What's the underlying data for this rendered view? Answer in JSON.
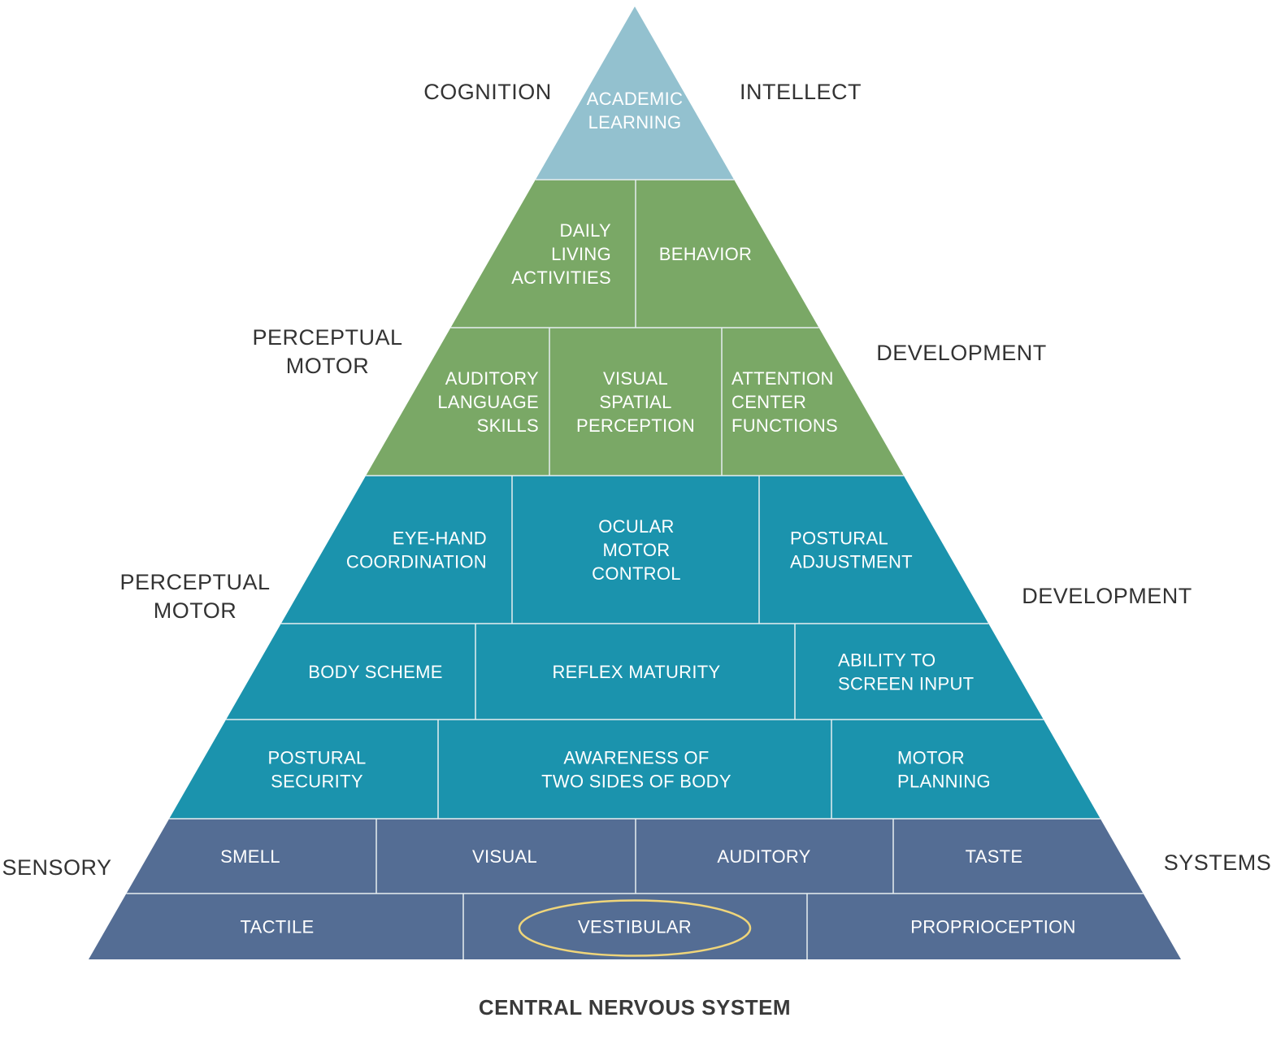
{
  "colors": {
    "top": "#93c1cf",
    "green": "#7aa866",
    "teal": "#1b93ad",
    "slate": "#546d94",
    "divider": "#e6eef0",
    "highlight": "#efd57a",
    "side_label": "#333333",
    "footer": "#3a3a3a"
  },
  "tiers": [
    {
      "color": "top",
      "cells": [
        {
          "lines": [
            "ACADEMIC",
            "LEARNING"
          ]
        }
      ]
    },
    {
      "color": "green",
      "cells": [
        {
          "lines": [
            "DAILY",
            "LIVING",
            "ACTIVITIES"
          ],
          "align": "end"
        },
        {
          "lines": [
            "BEHAVIOR"
          ]
        }
      ]
    },
    {
      "color": "green",
      "cells": [
        {
          "lines": [
            "AUDITORY",
            "LANGUAGE",
            "SKILLS"
          ],
          "align": "end"
        },
        {
          "lines": [
            "VISUAL",
            "SPATIAL",
            "PERCEPTION"
          ]
        },
        {
          "lines": [
            "ATTENTION",
            "CENTER",
            "FUNCTIONS"
          ],
          "align": "start"
        }
      ]
    },
    {
      "color": "teal",
      "cells": [
        {
          "lines": [
            "EYE-HAND",
            "COORDINATION"
          ],
          "align": "end"
        },
        {
          "lines": [
            "OCULAR",
            "MOTOR",
            "CONTROL"
          ]
        },
        {
          "lines": [
            "POSTURAL",
            "ADJUSTMENT"
          ],
          "align": "start"
        }
      ]
    },
    {
      "color": "teal",
      "cells": [
        {
          "lines": [
            "BODY SCHEME"
          ]
        },
        {
          "lines": [
            "REFLEX MATURITY"
          ]
        },
        {
          "lines": [
            "ABILITY TO",
            "SCREEN INPUT"
          ],
          "align": "start"
        }
      ]
    },
    {
      "color": "teal",
      "cells": [
        {
          "lines": [
            "POSTURAL",
            "SECURITY"
          ]
        },
        {
          "lines": [
            "AWARENESS OF",
            "TWO SIDES OF BODY"
          ]
        },
        {
          "lines": [
            "MOTOR",
            "PLANNING"
          ],
          "align": "start"
        }
      ]
    },
    {
      "color": "slate",
      "cells": [
        {
          "lines": [
            "SMELL"
          ]
        },
        {
          "lines": [
            "VISUAL"
          ]
        },
        {
          "lines": [
            "AUDITORY"
          ]
        },
        {
          "lines": [
            "TASTE"
          ]
        }
      ]
    },
    {
      "color": "slate",
      "cells": [
        {
          "lines": [
            "TACTILE"
          ]
        },
        {
          "lines": [
            "VESTIBULAR"
          ],
          "highlighted": true
        },
        {
          "lines": [
            "PROPRIOCEPTION"
          ]
        }
      ]
    }
  ],
  "side_labels": [
    {
      "lines": [
        "COGNITION"
      ]
    },
    {
      "lines": [
        "INTELLECT"
      ]
    },
    {
      "lines": [
        "PERCEPTUAL",
        "MOTOR"
      ]
    },
    {
      "lines": [
        "DEVELOPMENT"
      ]
    },
    {
      "lines": [
        "PERCEPTUAL",
        "MOTOR"
      ]
    },
    {
      "lines": [
        "DEVELOPMENT"
      ]
    },
    {
      "lines": [
        "SENSORY"
      ]
    },
    {
      "lines": [
        "SYSTEMS"
      ]
    }
  ],
  "footer": "CENTRAL NERVOUS SYSTEM"
}
